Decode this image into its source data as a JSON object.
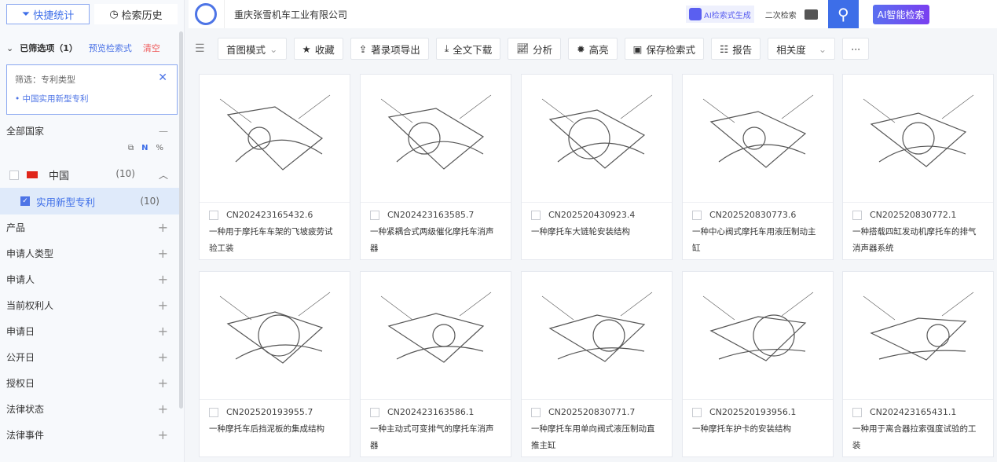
{
  "sidebar": {
    "tabs": [
      {
        "label": "快捷统计",
        "icon": "filter-icon"
      },
      {
        "label": "检索历史",
        "icon": "clock-icon"
      }
    ],
    "selected_title": "已筛选项（1）",
    "preview": "预览检索式",
    "clear": "清空",
    "filter": {
      "label": "筛选：专利类型",
      "value": "中国实用新型专利"
    },
    "country_title": "全部国家",
    "toggle_n": "N",
    "toggle_pct": "%",
    "country": {
      "name": "中国",
      "count": "(10)"
    },
    "sub": {
      "name": "实用新型专利",
      "count": "(10)"
    },
    "facets": [
      "产品",
      "申请人类型",
      "申请人",
      "当前权利人",
      "申请日",
      "公开日",
      "授权日",
      "法律状态",
      "法律事件"
    ]
  },
  "search": {
    "query": "重庆张雪机车工业有限公司",
    "ai_gen": "AI检索式生成",
    "secondary": "二次检索",
    "ai_search": "AI智能检索"
  },
  "toolbar": {
    "mode": "首图模式",
    "fav": "收藏",
    "export": "著录项导出",
    "download": "全文下载",
    "analysis": "分析",
    "highlight": "高亮",
    "save": "保存检索式",
    "report": "报告",
    "sort": "相关度",
    "more": "···"
  },
  "colors": {
    "accent": "#3d6ee8",
    "ai": "#6a4cf0"
  },
  "results": [
    {
      "code": "CN202423165432.6",
      "title": "一种用于摩托车车架的飞坡疲劳试验工装"
    },
    {
      "code": "CN202423163585.7",
      "title": "一种紧耦合式两级催化摩托车消声器"
    },
    {
      "code": "CN202520430923.4",
      "title": "一种摩托车大链轮安装结构"
    },
    {
      "code": "CN202520830773.6",
      "title": "一种中心阀式摩托车用液压制动主缸"
    },
    {
      "code": "CN202520830772.1",
      "title": "一种搭载四缸发动机摩托车的排气消声器系统"
    },
    {
      "code": "CN202520193955.7",
      "title": "一种摩托车后挡泥板的集成结构"
    },
    {
      "code": "CN202423163586.1",
      "title": "一种主动式可变排气的摩托车消声器"
    },
    {
      "code": "CN202520830771.7",
      "title": "一种摩托车用单向阀式液压制动直推主缸"
    },
    {
      "code": "CN202520193956.1",
      "title": "一种摩托车护卡的安装结构"
    },
    {
      "code": "CN202423165431.1",
      "title": "一种用于离合器拉索强度试验的工装"
    }
  ]
}
